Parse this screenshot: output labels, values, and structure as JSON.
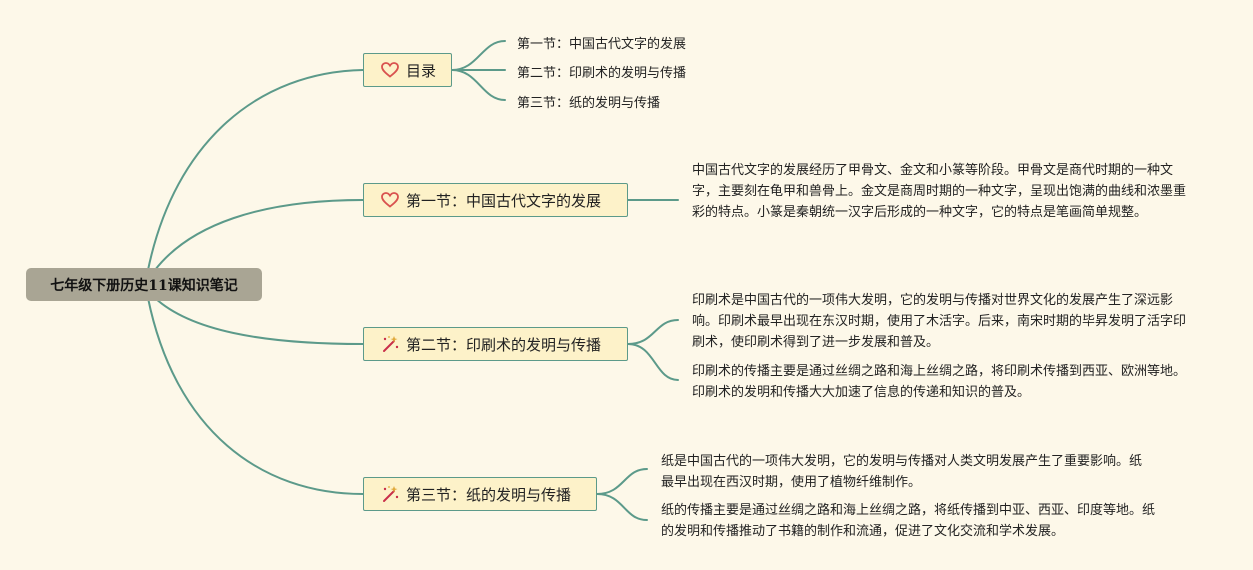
{
  "root": {
    "label": "七年级下册历史11课知识笔记"
  },
  "topics": {
    "toc": {
      "label": "目录",
      "icon": "heart-icon",
      "items": [
        "第一节：中国古代文字的发展",
        "第二节：印刷术的发明与传播",
        "第三节：纸的发明与传播"
      ]
    },
    "s1": {
      "label": "第一节：中国古代文字的发展",
      "icon": "heart-icon",
      "paragraphs": [
        "中国古代文字的发展经历了甲骨文、金文和小篆等阶段。甲骨文是商代时期的一种文字，主要刻在龟甲和兽骨上。金文是商周时期的一种文字，呈现出饱满的曲线和浓墨重彩的特点。小篆是秦朝统一汉字后形成的一种文字，它的特点是笔画简单规整。"
      ]
    },
    "s2": {
      "label": "第二节：印刷术的发明与传播",
      "icon": "magic-wand-icon",
      "paragraphs": [
        "印刷术是中国古代的一项伟大发明，它的发明与传播对世界文化的发展产生了深远影响。印刷术最早出现在东汉时期，使用了木活字。后来，南宋时期的毕昇发明了活字印刷术，使印刷术得到了进一步发展和普及。",
        "印刷术的传播主要是通过丝绸之路和海上丝绸之路，将印刷术传播到西亚、欧洲等地。印刷术的发明和传播大大加速了信息的传递和知识的普及。"
      ]
    },
    "s3": {
      "label": "第三节：纸的发明与传播",
      "icon": "magic-wand-icon",
      "paragraphs": [
        "纸是中国古代的一项伟大发明，它的发明与传播对人类文明发展产生了重要影响。纸最早出现在西汉时期，使用了植物纤维制作。",
        "纸的传播主要是通过丝绸之路和海上丝绸之路，将纸传播到中亚、西亚、印度等地。纸的发明和传播推动了书籍的制作和流通，促进了文化交流和学术发展。"
      ]
    }
  },
  "colors": {
    "background": "#fdf8e9",
    "root_fill": "#a9a594",
    "topic_fill": "#fdf2c9",
    "connector": "#5c9a8a",
    "heart": "#d9534f",
    "wand": "#c9304a"
  }
}
